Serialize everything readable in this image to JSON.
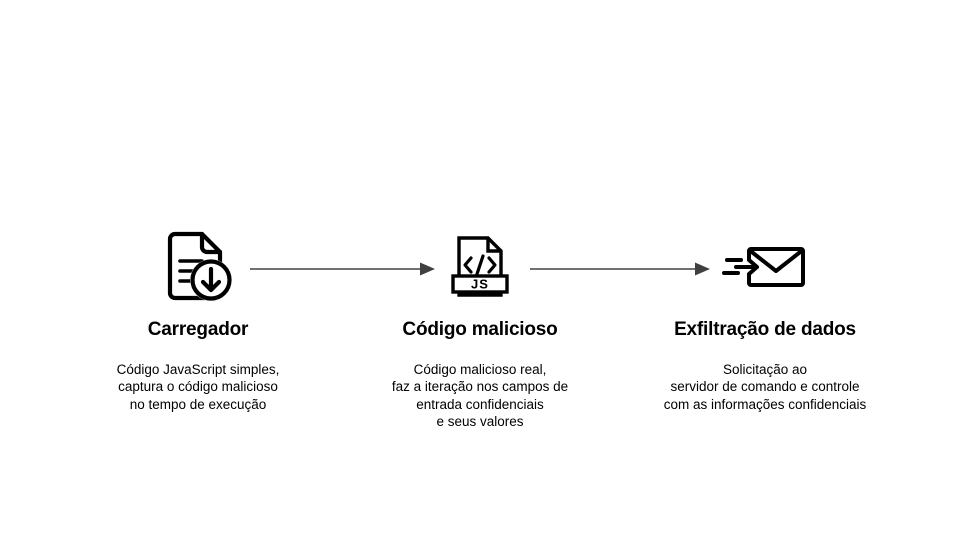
{
  "diagram": {
    "title_text": "",
    "line_color": "#404040",
    "icon_color": "#000000",
    "text_color": "#000000",
    "background": "#ffffff",
    "stages": [
      {
        "id": "loader",
        "icon": "document-download-icon",
        "title": "Carregador",
        "description": "Código JavaScript simples,\ncaptura o código malicioso\nno tempo de execução"
      },
      {
        "id": "malicious-code",
        "icon": "js-code-file-icon",
        "title": "Código malicioso",
        "description": "Código malicioso real,\nfaz a iteração nos campos de\nentrada confidenciais\ne seus valores",
        "icon_label": "JS",
        "icon_glyph": "</>"
      },
      {
        "id": "data-exfiltration",
        "icon": "envelope-send-icon",
        "title": "Exfiltração de dados",
        "description": "Solicitação ao\nservidor de comando e controle\ncom as informações confidenciais"
      }
    ],
    "connectors": [
      {
        "id": "arrow-loader-to-malicious",
        "name": "flow-arrow-right"
      },
      {
        "id": "arrow-malicious-to-exfil",
        "name": "flow-arrow-right"
      }
    ]
  }
}
